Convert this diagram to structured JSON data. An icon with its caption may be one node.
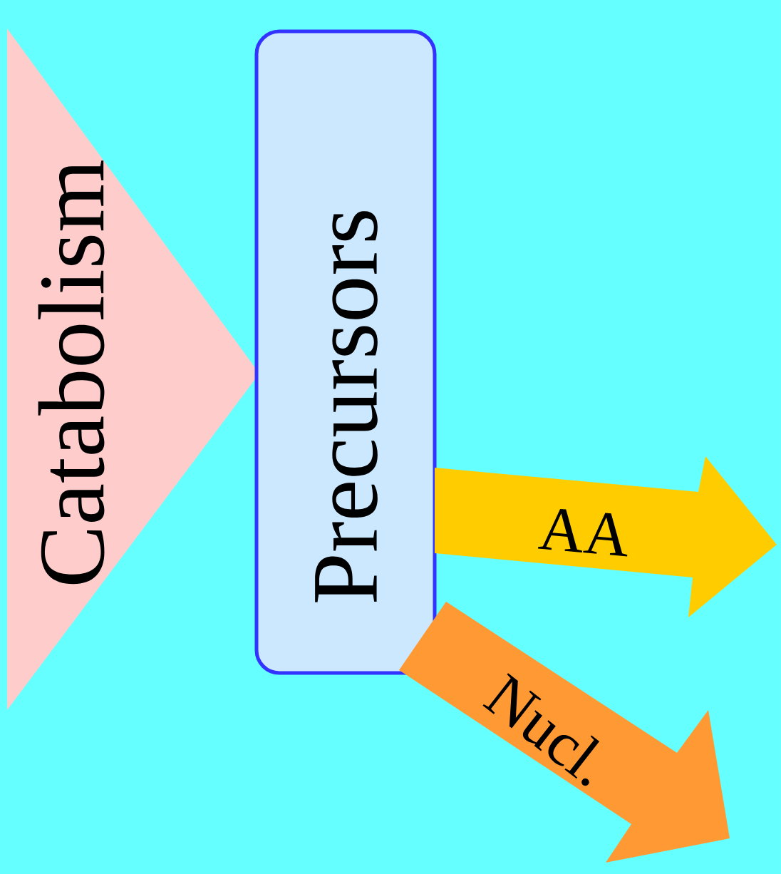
{
  "diagram": {
    "nodes": [
      {
        "text": [
          "Catabolism"
        ]
      },
      {
        "text": [
          "Precursors"
        ]
      },
      {
        "text": [
          "AA"
        ]
      },
      {
        "text": [
          "Nucl."
        ]
      }
    ]
  }
}
